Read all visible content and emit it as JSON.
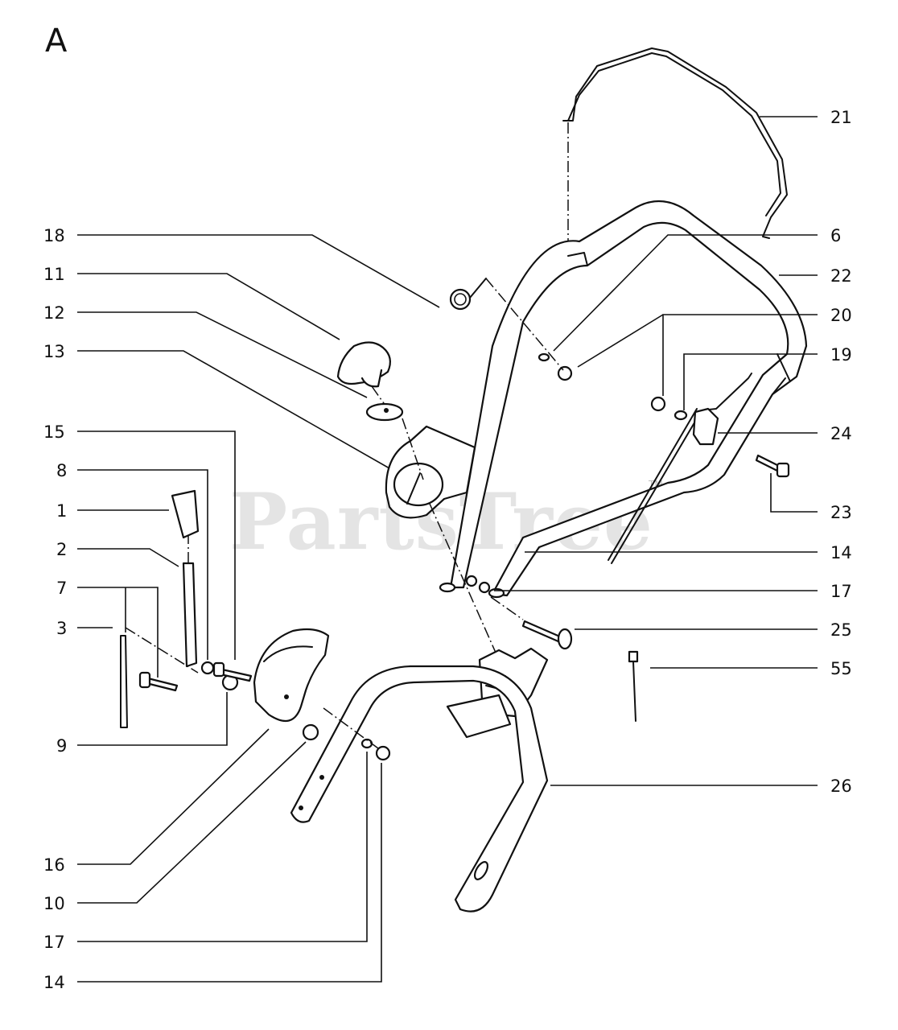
{
  "section_letter": "A",
  "watermark": "PartsTree",
  "trademark": "TM",
  "callouts": {
    "c21": "21",
    "c6": "6",
    "c22": "22",
    "c20": "20",
    "c19": "19",
    "c24": "24",
    "c23": "23",
    "c14r": "14",
    "c17r": "17",
    "c25": "25",
    "c55": "55",
    "c26": "26",
    "c18": "18",
    "c11": "11",
    "c12": "12",
    "c13": "13",
    "c15": "15",
    "c8": "8",
    "c1": "1",
    "c2": "2",
    "c7": "7",
    "c3": "3",
    "c9": "9",
    "c16": "16",
    "c10": "10",
    "c17l": "17",
    "c14l": "14"
  }
}
